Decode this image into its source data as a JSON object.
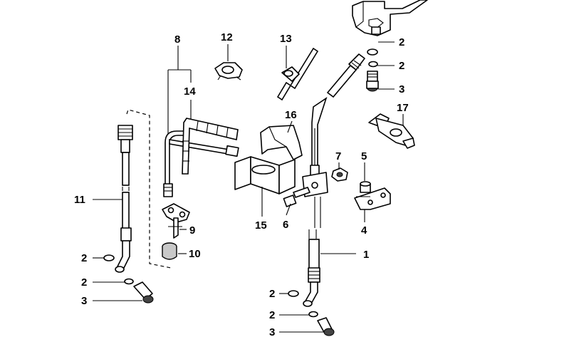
{
  "diagram": {
    "callouts": [
      {
        "id": "c1",
        "text": "1"
      },
      {
        "id": "c2a",
        "text": "2"
      },
      {
        "id": "c2b",
        "text": "2"
      },
      {
        "id": "c2c",
        "text": "2"
      },
      {
        "id": "c2d",
        "text": "2"
      },
      {
        "id": "c2e",
        "text": "2"
      },
      {
        "id": "c2f",
        "text": "2"
      },
      {
        "id": "c3a",
        "text": "3"
      },
      {
        "id": "c3b",
        "text": "3"
      },
      {
        "id": "c3c",
        "text": "3"
      },
      {
        "id": "c4",
        "text": "4"
      },
      {
        "id": "c5",
        "text": "5"
      },
      {
        "id": "c6",
        "text": "6"
      },
      {
        "id": "c7",
        "text": "7"
      },
      {
        "id": "c8",
        "text": "8"
      },
      {
        "id": "c9",
        "text": "9"
      },
      {
        "id": "c10",
        "text": "10"
      },
      {
        "id": "c11",
        "text": "11"
      },
      {
        "id": "c12",
        "text": "12"
      },
      {
        "id": "c13",
        "text": "13"
      },
      {
        "id": "c14",
        "text": "14"
      },
      {
        "id": "c15",
        "text": "15"
      },
      {
        "id": "c16",
        "text": "16"
      },
      {
        "id": "c17",
        "text": "17"
      }
    ]
  }
}
